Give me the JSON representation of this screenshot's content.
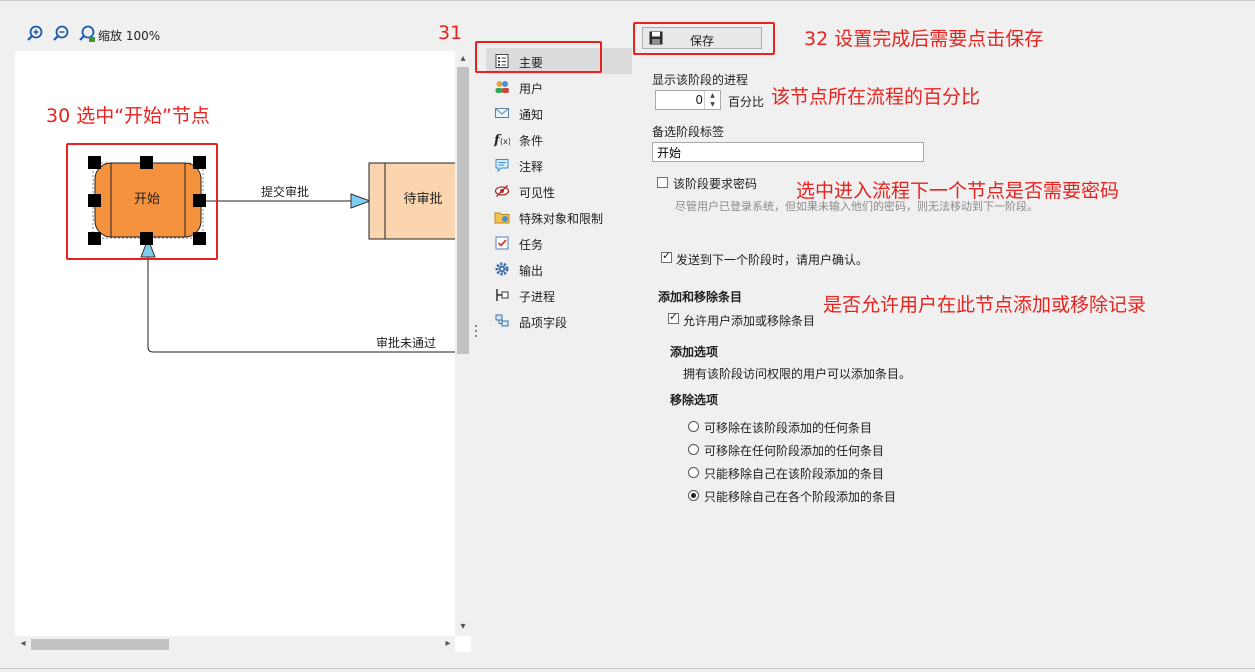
{
  "toolbar": {
    "zoom_in": "zoom-in-icon",
    "zoom_out": "zoom-out-icon",
    "zoom_fit": "zoom-fit-icon",
    "zoom_label": "缩放 100%"
  },
  "diagram": {
    "start_node": "开始",
    "pending_node": "待审批",
    "submit_edge": "提交审批",
    "reject_edge": "审批未通过",
    "start_color": "#f5923e",
    "pending_color": "#fbd5b0"
  },
  "nav": {
    "items": [
      {
        "label": "主要",
        "icon": "list-icon"
      },
      {
        "label": "用户",
        "icon": "users-icon"
      },
      {
        "label": "通知",
        "icon": "mail-icon"
      },
      {
        "label": "条件",
        "icon": "function-icon"
      },
      {
        "label": "注释",
        "icon": "comment-icon"
      },
      {
        "label": "可见性",
        "icon": "eye-off-icon"
      },
      {
        "label": "特殊对象和限制",
        "icon": "folder-icon"
      },
      {
        "label": "任务",
        "icon": "task-icon"
      },
      {
        "label": "输出",
        "icon": "gear-icon"
      },
      {
        "label": "子进程",
        "icon": "subprocess-icon"
      },
      {
        "label": "品项字段",
        "icon": "fields-icon"
      }
    ]
  },
  "form": {
    "save_label": "保存",
    "progress_label": "显示该阶段的进程",
    "progress_value": "0",
    "progress_unit": "百分比",
    "alt_label": "备选阶段标签",
    "alt_value": "开始",
    "password_label": "该阶段要求密码",
    "password_hint": "尽管用户已登录系统，但如果未输入他们的密码，则无法移动到下一阶段。",
    "confirm_label": "发送到下一个阶段时，请用户确认。",
    "section_title": "添加和移除条目",
    "allow_label": "允许用户添加或移除条目",
    "add_title": "添加选项",
    "add_desc": "拥有该阶段访问权限的用户可以添加条目。",
    "remove_title": "移除选项",
    "remove_options": [
      "可移除在该阶段添加的任何条目",
      "可移除在任何阶段添加的任何条目",
      "只能移除自己在该阶段添加的条目",
      "只能移除自己在各个阶段添加的条目"
    ]
  },
  "annotations": {
    "a30": "30 选中“开始”节点",
    "a31": "31",
    "a32": "32 设置完成后需要点击保存",
    "progress": "该节点所在流程的百分比",
    "password": "选中进入流程下一个节点是否需要密码",
    "add_remove": "是否允许用户在此节点添加或移除记录",
    "color": "#e8231f"
  }
}
